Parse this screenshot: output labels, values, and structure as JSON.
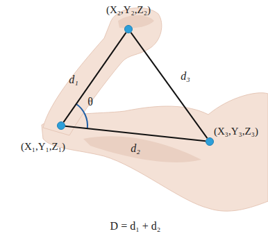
{
  "diagram": {
    "nodes": [
      {
        "text": [
          "(X₂,Y₂,Z₂)"
        ]
      },
      {
        "text": [
          "(X₃,Y₃,Z₃)"
        ]
      },
      {
        "text": [
          "(X₁,Y₁,Z₁)"
        ]
      }
    ],
    "edges": [
      {
        "from": 2,
        "to": 0,
        "arrow": "none",
        "label": "d₁"
      },
      {
        "from": 2,
        "to": 1,
        "arrow": "none",
        "label": "d₂"
      },
      {
        "from": 0,
        "to": 1,
        "arrow": "none",
        "label": "d₃"
      }
    ],
    "labels": [
      "θ",
      "D = d₁ + d₂"
    ]
  }
}
